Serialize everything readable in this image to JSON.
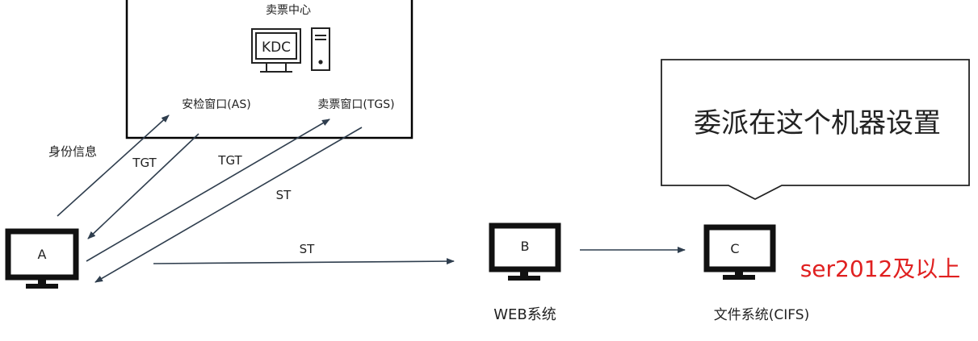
{
  "kdc_box": {
    "title": "卖票中心",
    "kdc_label": "KDC",
    "as_label": "安检窗口(AS)",
    "tgs_label": "卖票窗口(TGS)"
  },
  "callout": {
    "text": "委派在这个机器设置"
  },
  "arrows": {
    "identity_label": "身份信息",
    "tgt_from_as": "TGT",
    "tgt_to_tgs": "TGT",
    "st_from_tgs": "ST",
    "st_to_b": "ST"
  },
  "computers": {
    "a": {
      "label": "A"
    },
    "b": {
      "label": "B",
      "caption": "WEB系统"
    },
    "c": {
      "label": "C",
      "caption": "文件系统(CIFS)",
      "note": "ser2012及以上"
    }
  },
  "colors": {
    "line": "#2f3e4e",
    "note": "#e02020",
    "monitor": "#111111"
  }
}
